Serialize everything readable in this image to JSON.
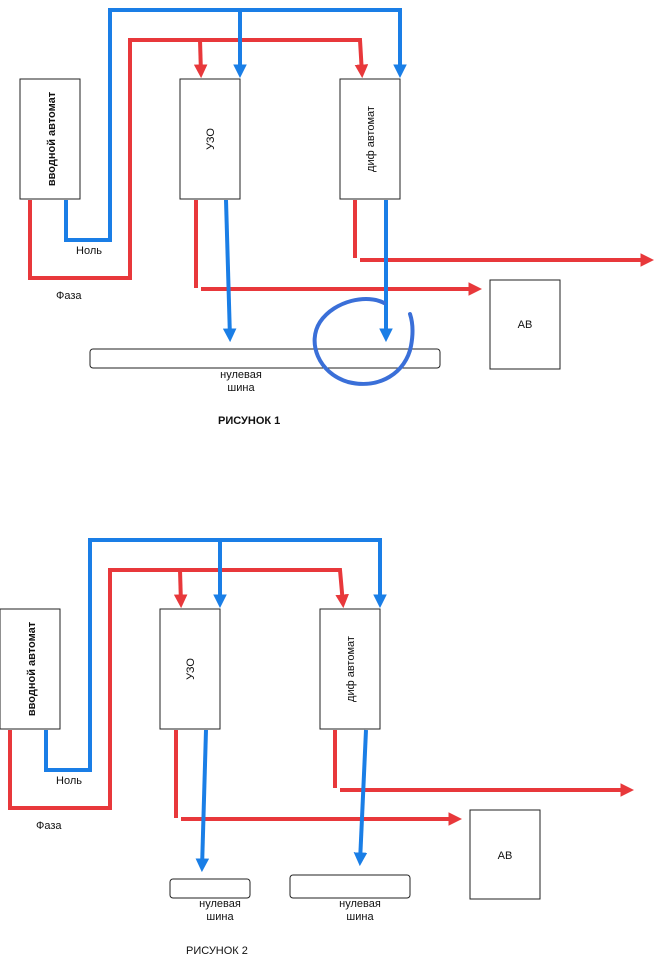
{
  "colors": {
    "phase": "#e8383b",
    "neutral": "#1a7ee6",
    "circle": "#3a6fd8",
    "outline": "#222222"
  },
  "figure1": {
    "caption": "РИСУНОК 1",
    "main_breaker": "вводной автомат",
    "rcd": "УЗО",
    "rcbo": "диф автомат",
    "breaker": "АВ",
    "neutral_label": "Ноль",
    "phase_label": "Фаза",
    "neutral_bus_line1": "нулевая",
    "neutral_bus_line2": "шина"
  },
  "figure2": {
    "caption": "РИСУНОК 2",
    "main_breaker": "вводной автомат",
    "rcd": "УЗО",
    "rcbo": "диф автомат",
    "breaker": "АВ",
    "neutral_label": "Ноль",
    "phase_label": "Фаза",
    "neutral_bus1_line1": "нулевая",
    "neutral_bus1_line2": "шина",
    "neutral_bus2_line1": "нулевая",
    "neutral_bus2_line2": "шина"
  }
}
